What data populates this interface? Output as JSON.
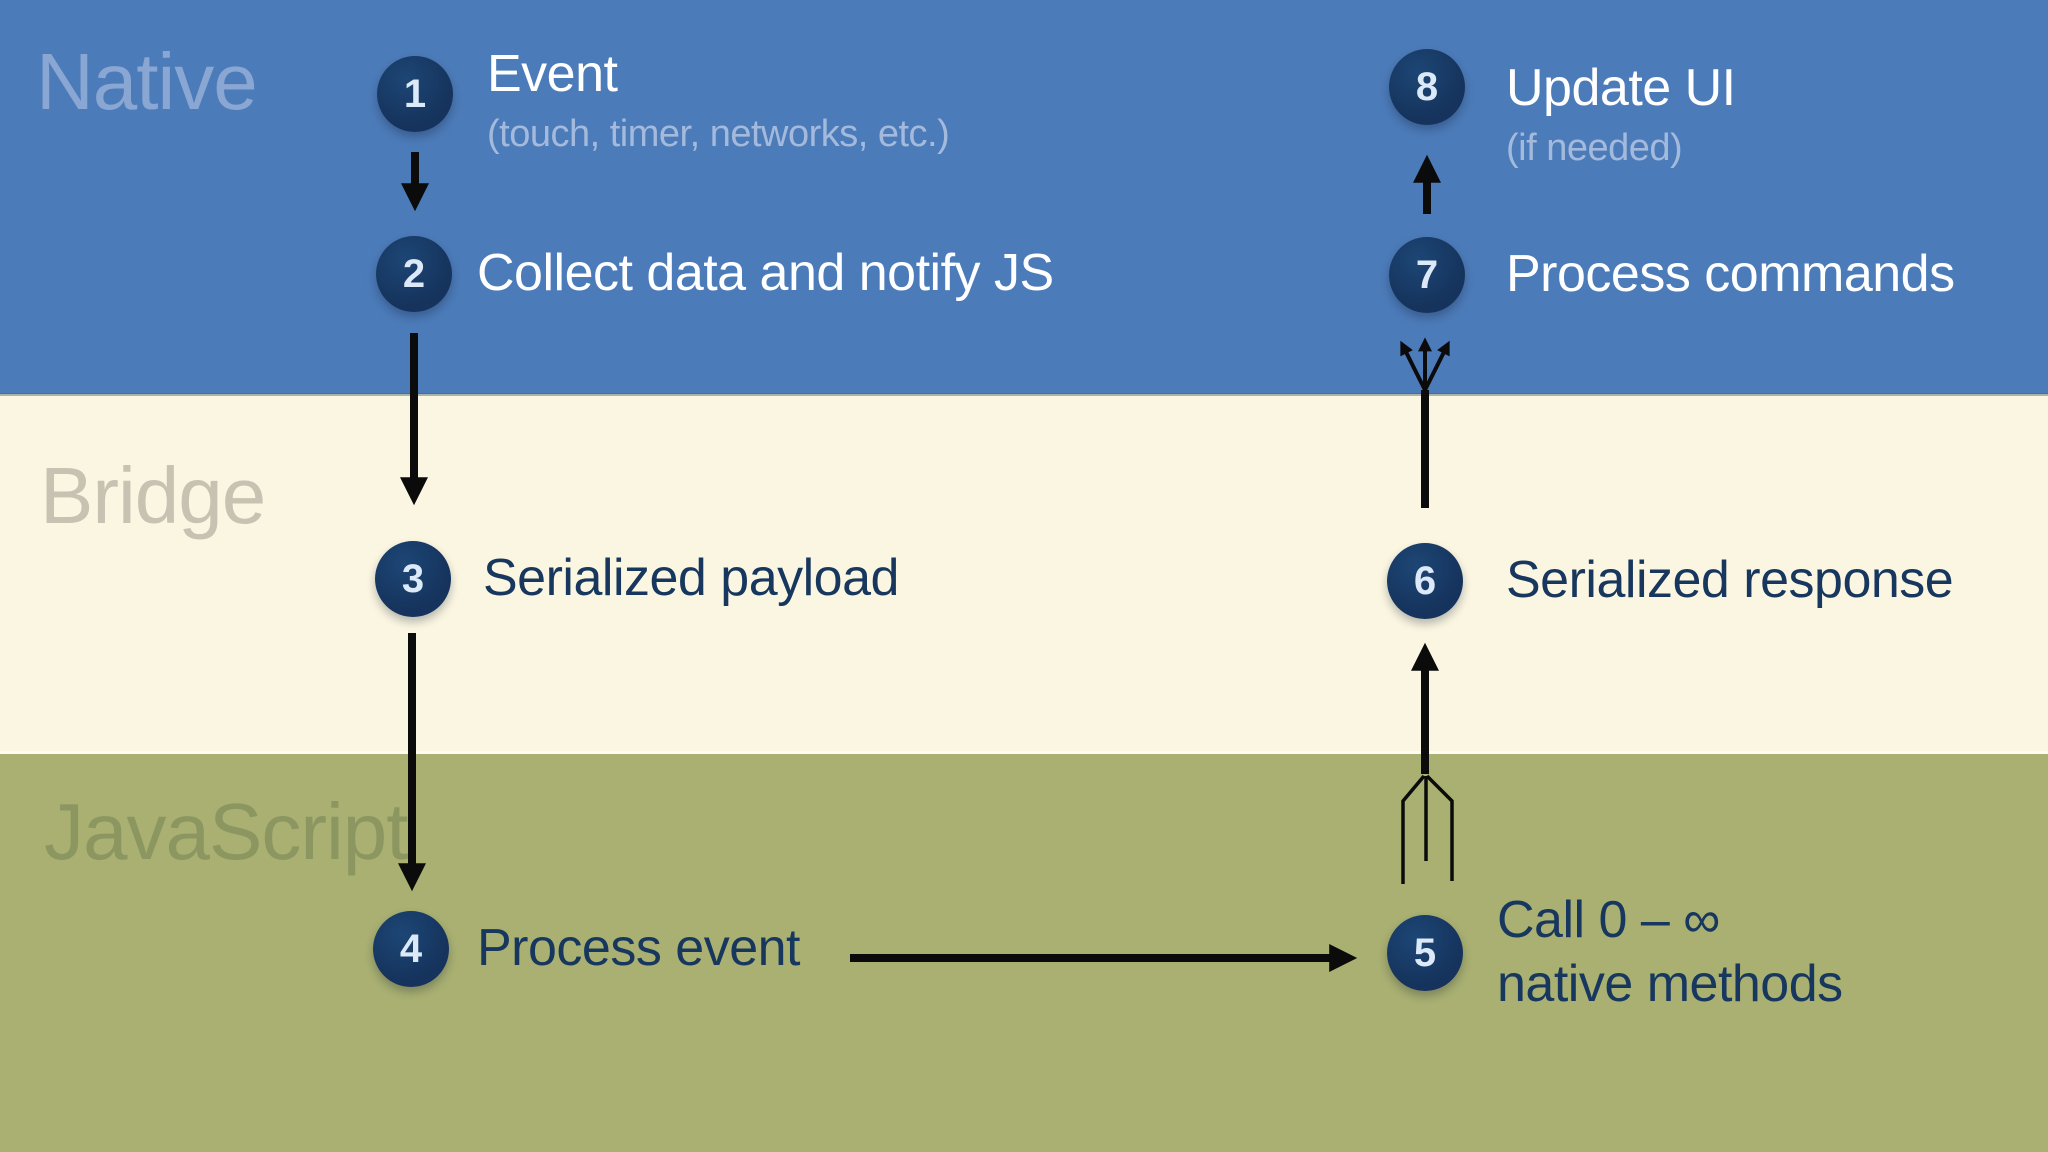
{
  "bands": [
    {
      "label": "Native"
    },
    {
      "label": "Bridge"
    },
    {
      "label": "JavaScript"
    }
  ],
  "steps": [
    {
      "number": "1",
      "title": "Event",
      "caption": "(touch, timer, networks, etc.)"
    },
    {
      "number": "2",
      "title": "Collect data and notify JS"
    },
    {
      "number": "3",
      "title": "Serialized payload"
    },
    {
      "number": "4",
      "title": "Process event"
    },
    {
      "number": "5",
      "title_line1": "Call 0 – ∞",
      "title_line2": "native methods"
    },
    {
      "number": "6",
      "title": "Serialized response"
    },
    {
      "number": "7",
      "title": "Process commands"
    },
    {
      "number": "8",
      "title": "Update UI",
      "caption": "(if needed)"
    }
  ],
  "colors": {
    "native_band_bg": "#4C7BB9",
    "bridge_band_bg": "#FBF6E2",
    "javascript_band_bg": "#A9B072",
    "native_label": "#8AA6D2",
    "bridge_label": "#C7C2B1",
    "javascript_label": "#8C9660",
    "circle_fill": "#15335C",
    "circle_number": "#DCE9F8",
    "title_on_blue": "#FFFFFF",
    "caption_on_blue": "#A4BADD",
    "title_dark": "#17375E",
    "arrow": "#0B0B0B"
  }
}
